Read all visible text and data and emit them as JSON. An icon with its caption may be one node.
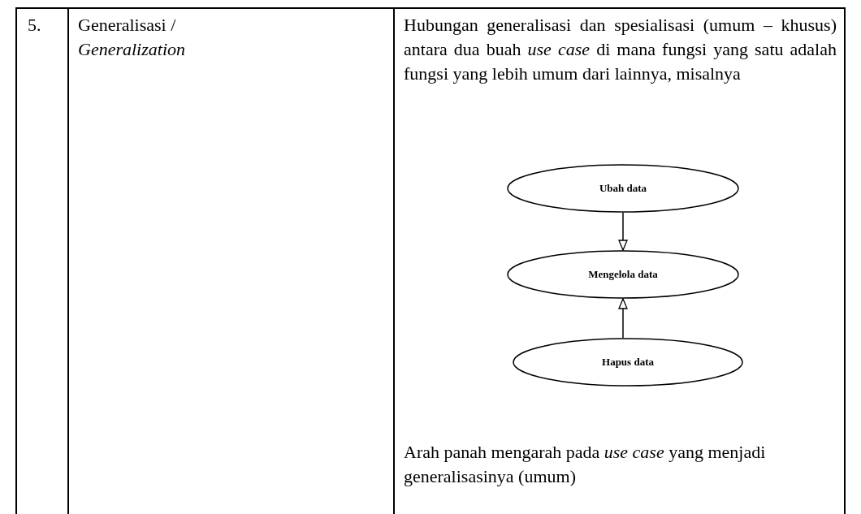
{
  "diagram": {
    "nodes": [
      {
        "text": [
          "Ubah data"
        ]
      },
      {
        "text": [
          "Mengelola data"
        ]
      },
      {
        "text": [
          "Hapus data"
        ]
      }
    ],
    "edges": [
      {
        "from": 0,
        "to": 1,
        "arrow": "to"
      },
      {
        "from": 2,
        "to": 1,
        "arrow": "to"
      }
    ],
    "labels": [
      "5.",
      "Generalisasi / *Generalization*",
      "Hubungan generalisasi dan spesialisasi (umum – khusus) antara dua buah *use case* di mana fungsi yang satu adalah fungsi yang lebih umum dari lainnya, misalnya",
      "Arah panah mengarah pada *use case* yang menjadi generalisasinya (umum)"
    ]
  }
}
